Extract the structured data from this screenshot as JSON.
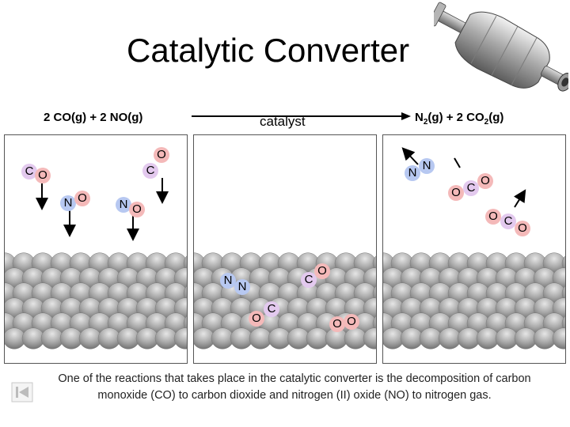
{
  "title": "Catalytic Converter",
  "equation": {
    "reactants": "2 CO(g)  +  2 NO(g)",
    "products_parts": {
      "n": "N",
      "n_sub": "2",
      "n_rest": "(g)  +  2 CO",
      "co2_sub": "2",
      "end": "(g)"
    },
    "catalyst_label": "catalyst"
  },
  "atoms": {
    "c": "C",
    "o": "O",
    "n": "N"
  },
  "caption": "One of the reactions that takes place in the catalytic converter is the decomposition of carbon monoxide (CO) to carbon dioxide and nitrogen (II) oxide (NO)  to nitrogen gas.",
  "colors": {
    "carbon": "#e3c9ee",
    "oxygen": "#f4b9b9",
    "nitrogen": "#b7c8f1",
    "sphere_dark": "#6e6e6e",
    "sphere_light": "#e6e6e6"
  },
  "icons": [
    "catalytic-converter-image",
    "first-slide-icon"
  ]
}
